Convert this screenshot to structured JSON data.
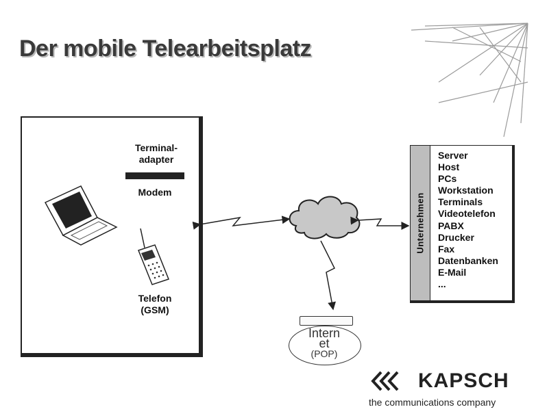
{
  "title": "Der mobile Telearbeitsplatz",
  "left_panel": {
    "terminal_adapter": "Terminal-\nadapter",
    "modem": "Modem",
    "telefon": "Telefon\n(GSM)"
  },
  "company_panel": {
    "vertical_label": "Unternehmen",
    "items": [
      "Server",
      "Host",
      "PCs",
      "Workstation",
      "Terminals",
      "Videotelefon",
      "PABX",
      "Drucker",
      "Fax",
      "Datenbanken",
      "E-Mail",
      "..."
    ]
  },
  "internet": {
    "label": "Intern\net",
    "pop": "(POP)"
  },
  "brand": {
    "name": "KAPSCH",
    "tagline": "the communications company"
  }
}
